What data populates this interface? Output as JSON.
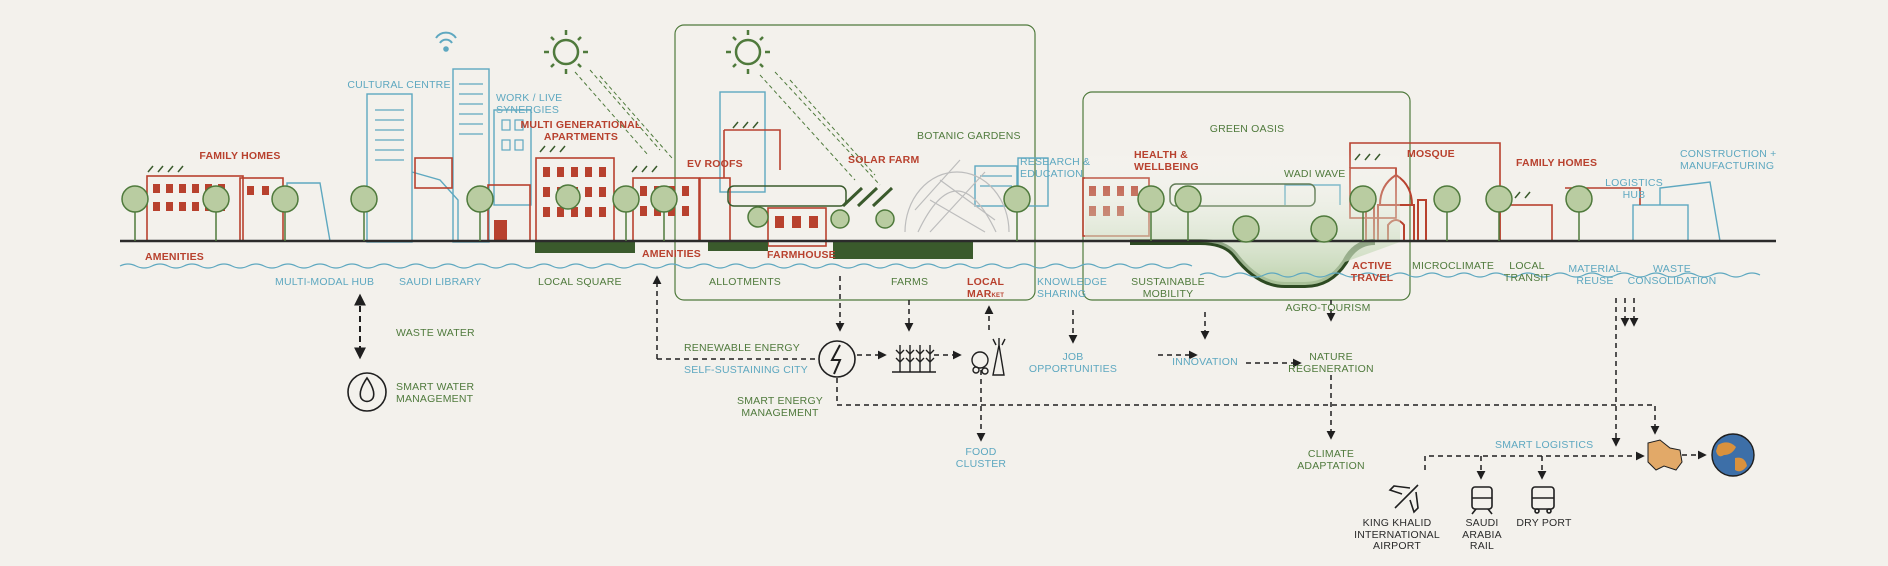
{
  "colors": {
    "background": "#f3f1ec",
    "red": "#b8412e",
    "blue": "#5ea8c0",
    "green": "#4f7a3c",
    "dark_green": "#3a5a2c",
    "ground": "#2b2b2b",
    "tree": "#b9cca1"
  },
  "skyline": {
    "family_homes_left": "FAMILY HOMES",
    "cultural_centre": "CULTURAL CENTRE",
    "work_live": "WORK / LIVE\nSYNERGIES",
    "multi_generational": "MULTI GENERATIONAL\nAPARTMENTS",
    "ev_roofs": "EV ROOFS",
    "solar_farm": "SOLAR FARM",
    "botanic_gardens": "BOTANIC GARDENS",
    "research_education": "RESEARCH &\nEDUCATION",
    "health_wellbeing": "HEALTH &\nWELLBEING",
    "green_oasis": "GREEN OASIS",
    "wadi_wave": "WADI WAVE",
    "mosque": "MOSQUE",
    "family_homes_right": "FAMILY HOMES",
    "logistics_hub": "LOGISTICS\nHUB",
    "construction": "CONSTRUCTION +\nMANUFACTURING"
  },
  "ground_labels": {
    "amenities_left": "AMENITIES",
    "multi_modal_hub": "MULTI-MODAL HUB",
    "saudi_library": "SAUDI LIBRARY",
    "local_square": "LOCAL SQUARE",
    "amenities_mid": "AMENITIES",
    "farmhouse": "FARMHOUSE",
    "allotments": "ALLOTMENTS",
    "farms": "FARMS",
    "local_market": "LOCAL\nMAR",
    "local_market_suffix": "KET",
    "knowledge_sharing": "KNOWLEDGE\nSHARING",
    "sustainable_mobility": "SUSTAINABLE\nMOBILITY",
    "active_travel": "ACTIVE\nTRAVEL",
    "microclimate": "MICROCLIMATE",
    "local_transit": "LOCAL\nTRANSIT",
    "material_reuse": "MATERIAL\nREUSE",
    "waste_consolidation": "WASTE\nCONSOLIDATION",
    "agro_tourism": "AGRO-TOURISM"
  },
  "flow": {
    "waste_water": "WASTE WATER",
    "smart_water": "SMART WATER\nMANAGEMENT",
    "renewable_energy": "RENEWABLE ENERGY",
    "self_sustaining": "SELF-SUSTAINING CITY",
    "smart_energy": "SMART ENERGY\nMANAGEMENT",
    "food_cluster": "FOOD\nCLUSTER",
    "job_opportunities": "JOB\nOPPORTUNITIES",
    "innovation": "INNOVATION",
    "nature_regeneration": "NATURE\nREGENERATION",
    "climate_adaptation": "CLIMATE\nADAPTATION",
    "smart_logistics": "SMART LOGISTICS",
    "airport": "KING KHALID\nINTERNATIONAL\nAIRPORT",
    "rail": "SAUDI\nARABIA\nRAIL",
    "dry_port": "DRY PORT"
  }
}
